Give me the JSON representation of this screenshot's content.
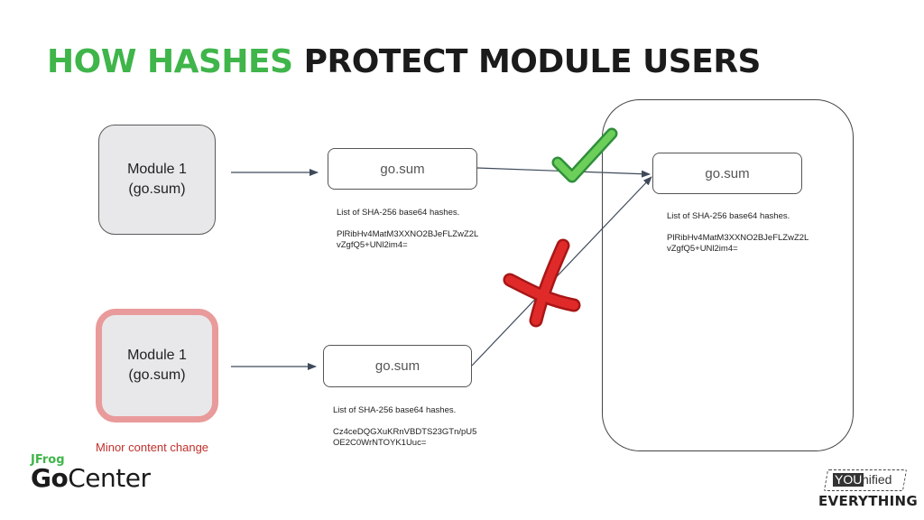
{
  "title": {
    "highlight": "HOW HASHES",
    "rest": "PROTECT MODULE USERS"
  },
  "modules": [
    {
      "line1": "Module 1",
      "line2": "(go.sum)"
    },
    {
      "line1": "Module 1",
      "line2": "(go.sum)"
    }
  ],
  "gosum": [
    {
      "label": "go.sum",
      "hash_title": "List of SHA-256 base64 hashes.",
      "hash_1": "PlRibHv4MatM3XXNO2BJeFLZwZ2L",
      "hash_2": "vZgfQ5+UNl2im4="
    },
    {
      "label": "go.sum",
      "hash_title": "List of SHA-256 base64 hashes.",
      "hash_1": "Cz4ceDQGXuKRnVBDTS23GTn/pU5",
      "hash_2": "OE2C0WrNTOYK1Uuc="
    },
    {
      "label": "go.sum",
      "hash_title": "List of SHA-256 base64 hashes.",
      "hash_1": "PlRibHv4MatM3XXNO2BJeFLZwZ2L",
      "hash_2": "vZgfQ5+UNl2im4="
    }
  ],
  "caption": "Minor content change",
  "status": {
    "accepted_icon": "green-checkmark",
    "rejected_icon": "red-x-mark"
  },
  "colors": {
    "accent_green": "#3fb54a",
    "reject_red": "#e02a2a",
    "changed_border": "#e99a9a"
  },
  "logos": {
    "left_small": "JFrog",
    "left_go": "Go",
    "left_center": "Center",
    "right_you": "YOU",
    "right_nified": "nified",
    "right_every": "EVERYTHING"
  }
}
